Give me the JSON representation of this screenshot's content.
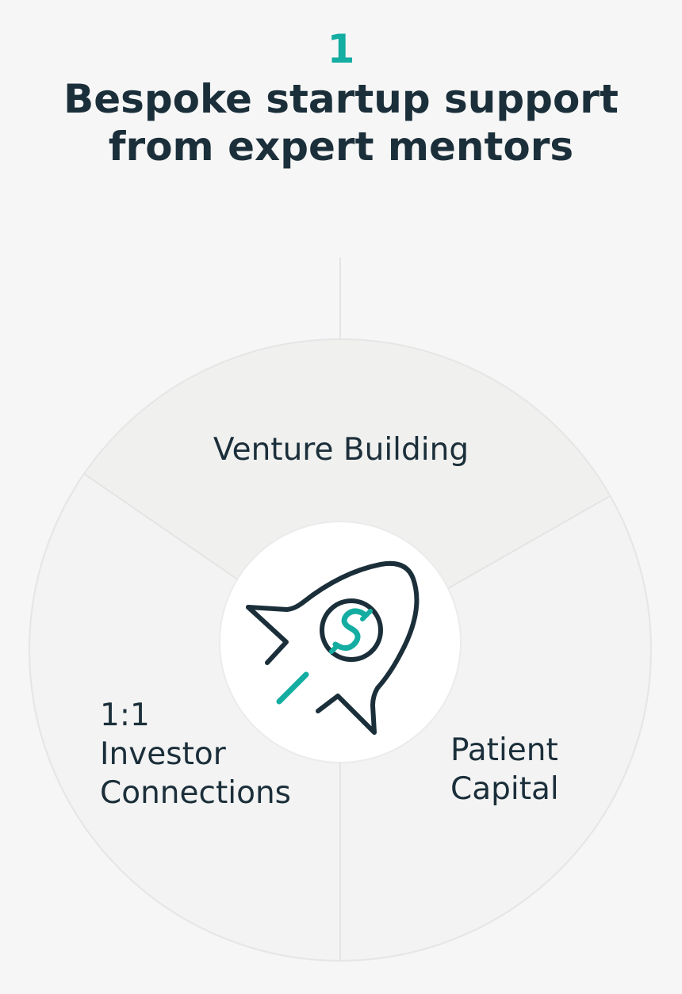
{
  "header": {
    "step_number": "1",
    "title_line1": "Bespoke startup support",
    "title_line2": "from expert mentors"
  },
  "segments": {
    "top": {
      "label": "Venture Building"
    },
    "left": {
      "label_lines": [
        "1:1",
        "Investor",
        "Connections"
      ]
    },
    "right": {
      "label_lines": [
        "Patient",
        "Capital"
      ]
    }
  },
  "center_icon": {
    "name": "rocket-dollar-icon"
  },
  "colors": {
    "accent": "#14ada1",
    "text": "#1b2f3a",
    "background": "#f6f6f6",
    "segment_top": "#f0f0ef",
    "segment_sides": "#f3f3f3",
    "hub": "#ffffff"
  }
}
